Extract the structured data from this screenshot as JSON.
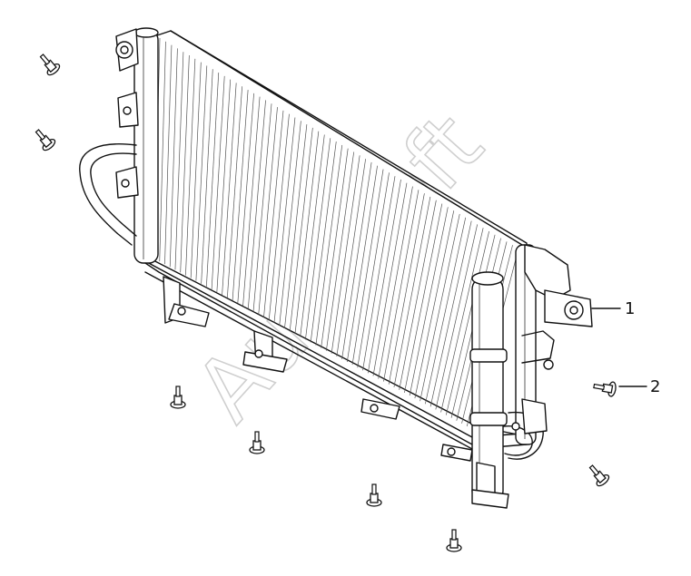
{
  "callouts": [
    {
      "label": "1",
      "part": "condenser-assembly"
    },
    {
      "label": "2",
      "part": "mounting-bolt"
    }
  ],
  "watermark": "AutoSoft"
}
